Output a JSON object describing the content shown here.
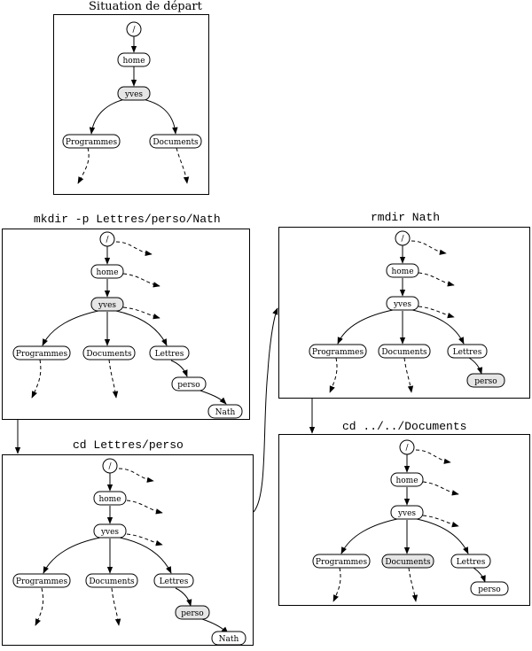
{
  "panels": {
    "start": {
      "caption": "Situation de départ"
    },
    "mkdir": {
      "caption": "mkdir -p Lettres/perso/Nath"
    },
    "cd1": {
      "caption": "cd Lettres/perso"
    },
    "rmdir": {
      "caption": "rmdir Nath"
    },
    "cd2": {
      "caption": "cd ../../Documents"
    }
  },
  "nodes": {
    "root": "/",
    "home": "home",
    "yves": "yves",
    "programmes": "Programmes",
    "documents": "Documents",
    "lettres": "Lettres",
    "perso": "perso",
    "nath": "Nath"
  },
  "colors": {
    "stroke": "#000000",
    "highlight": "#e6e6e6",
    "normal": "#ffffff"
  }
}
